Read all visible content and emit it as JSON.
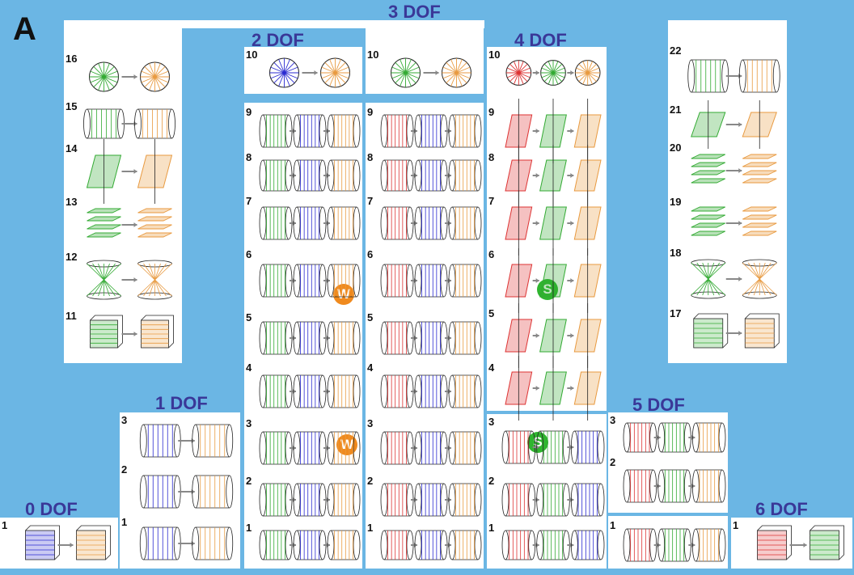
{
  "panel_label": "A",
  "headers": {
    "dof3": "3 DOF",
    "dof2": "2 DOF",
    "dof4": "4 DOF",
    "dof1": "1 DOF",
    "dof5": "5 DOF",
    "dof0": "0 DOF",
    "dof6": "6 DOF"
  },
  "badges": {
    "w": "W",
    "s": "S"
  },
  "colors": {
    "background": "#6bb6e4",
    "header_text": "#3a3898",
    "green": "#33aa33",
    "blue": "#2a2ad0",
    "orange": "#e89a40",
    "red": "#dd3333",
    "badge_w": "#f08a1e",
    "badge_s": "#2fb52f"
  },
  "columns": [
    {
      "id": "col-3dof-left",
      "rows": [
        "16",
        "15",
        "14",
        "13",
        "12",
        "11"
      ]
    },
    {
      "id": "col-2dof-top",
      "rows": [
        "10"
      ]
    },
    {
      "id": "col-2dof",
      "rows": [
        "9",
        "8",
        "7",
        "6",
        "5",
        "4",
        "3",
        "2",
        "1"
      ]
    },
    {
      "id": "col-3dof-mid-top",
      "rows": [
        "10"
      ]
    },
    {
      "id": "col-3dof-mid",
      "rows": [
        "9",
        "8",
        "7",
        "6",
        "5",
        "4",
        "3",
        "2",
        "1"
      ]
    },
    {
      "id": "col-4dof",
      "rows": [
        "10",
        "9",
        "8",
        "7",
        "6",
        "5",
        "4"
      ]
    },
    {
      "id": "col-4dof-bottom",
      "rows": [
        "3",
        "2",
        "1"
      ]
    },
    {
      "id": "col-3dof-right",
      "rows": [
        "22",
        "21",
        "20",
        "19",
        "18",
        "17"
      ]
    },
    {
      "id": "col-1dof",
      "rows": [
        "3",
        "2",
        "1"
      ]
    },
    {
      "id": "col-5dof",
      "rows": [
        "3",
        "2",
        "1"
      ]
    },
    {
      "id": "col-0dof",
      "rows": [
        "1"
      ]
    },
    {
      "id": "col-6dof",
      "rows": [
        "1"
      ]
    }
  ]
}
